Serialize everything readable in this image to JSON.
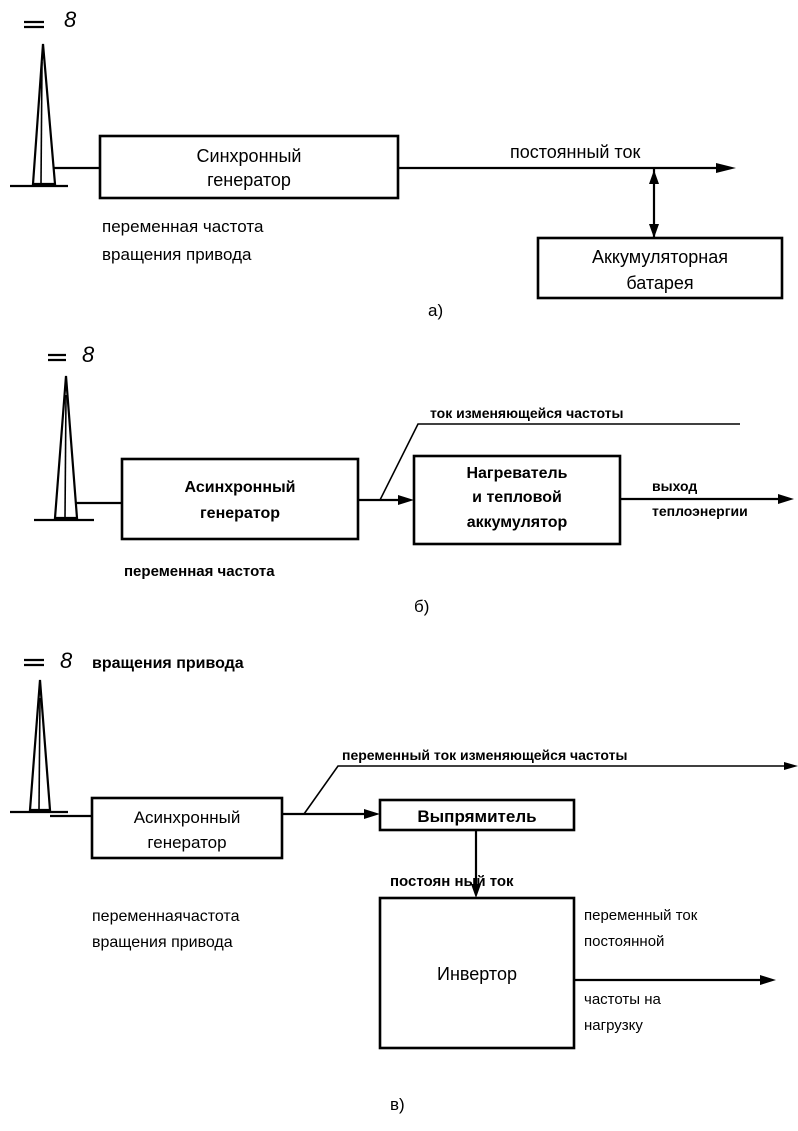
{
  "diagram_a": {
    "generator": [
      "Синхронный",
      "генератор"
    ],
    "output_label": "постоянный ток",
    "drive_note": [
      "переменная частота",
      "вращения привода"
    ],
    "battery": [
      "Аккумуляторная",
      "батарея"
    ],
    "caption": "а)"
  },
  "diagram_b": {
    "generator": [
      "Асинхронный",
      "генератор"
    ],
    "branch_label": "ток изменяющейся частоты",
    "heater": [
      "Нагреватель",
      "и тепловой",
      "аккумулятор"
    ],
    "output_label": [
      "выход",
      "теплоэнергии"
    ],
    "drive_note": "переменная частота",
    "caption": "б)"
  },
  "diagram_c": {
    "top_note": "вращения привода",
    "generator": [
      "Асинхронный",
      "генератор"
    ],
    "branch_label": "переменный ток изменяющейся частоты",
    "rectifier": "Выпрямитель",
    "dc_label": "постоян ный ток",
    "drive_note": [
      "переменнаячастота",
      "вращения привода"
    ],
    "inverter": "Инвертор",
    "output_label": [
      "переменный ток",
      "постоянной",
      "частоты  на",
      "нагрузку"
    ],
    "caption": "в)"
  }
}
